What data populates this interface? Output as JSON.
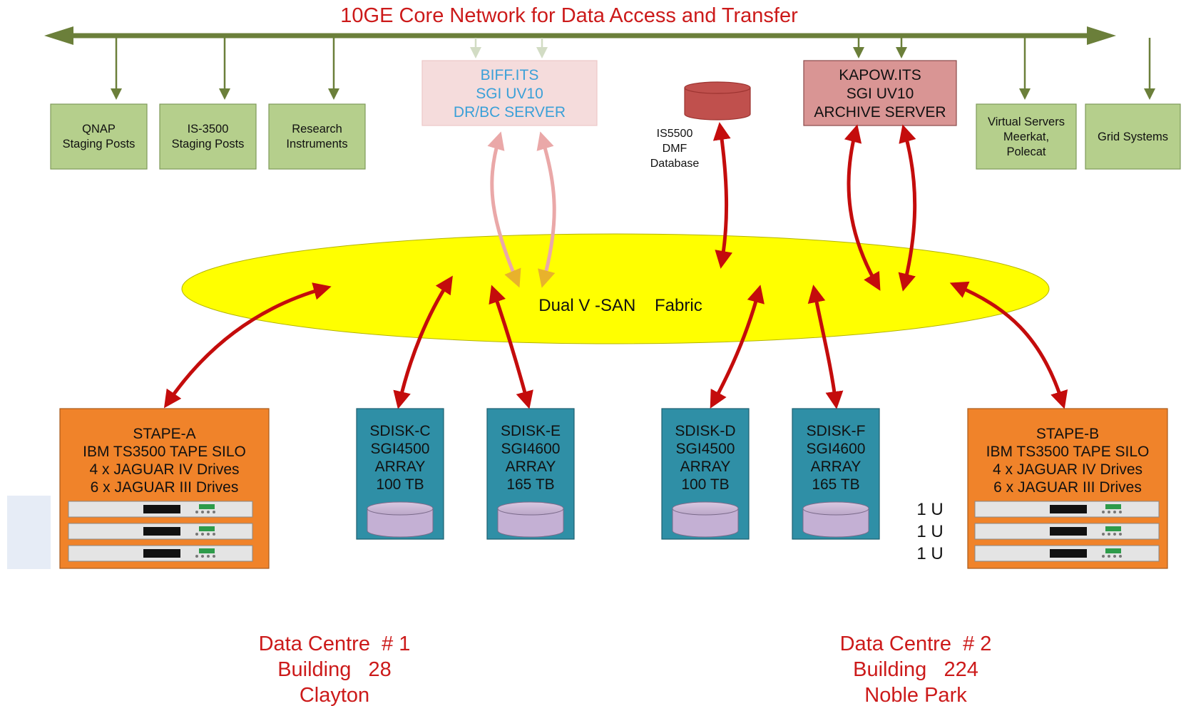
{
  "title": "10GE Core Network for Data Access and Transfer",
  "green_boxes": [
    {
      "lines": [
        "QNAP",
        "Staging Posts"
      ]
    },
    {
      "lines": [
        "IS-3500",
        "Staging Posts"
      ]
    },
    {
      "lines": [
        "Research",
        "Instruments"
      ]
    },
    {
      "lines": [
        "Virtual Servers",
        "Meerkat,",
        "Polecat"
      ]
    },
    {
      "lines": [
        "Grid Systems"
      ]
    }
  ],
  "biff": {
    "lines": [
      "BIFF.ITS",
      "SGI UV10",
      "DR/BC SERVER"
    ]
  },
  "kapow": {
    "lines": [
      "KAPOW.ITS",
      "SGI UV10",
      "ARCHIVE SERVER"
    ]
  },
  "database": {
    "lines": [
      "IS5500",
      "DMF",
      "Database"
    ]
  },
  "fabric": {
    "label": "Dual V -SAN    Fabric"
  },
  "stapes": [
    {
      "lines": [
        "STAPE-A",
        "IBM TS3500 TAPE SILO",
        "4 x JAGUAR IV Drives",
        "6 x JAGUAR III Drives"
      ]
    },
    {
      "lines": [
        "STAPE-B",
        "IBM TS3500 TAPE SILO",
        "4 x JAGUAR IV Drives",
        "6 x JAGUAR III Drives"
      ]
    }
  ],
  "disks": [
    {
      "lines": [
        "SDISK-C",
        "SGI4500",
        "ARRAY",
        "100 TB"
      ]
    },
    {
      "lines": [
        "SDISK-E",
        "SGI4600",
        "ARRAY",
        "165 TB"
      ]
    },
    {
      "lines": [
        "SDISK-D",
        "SGI4500",
        "ARRAY",
        "100 TB"
      ]
    },
    {
      "lines": [
        "SDISK-F",
        "SGI4600",
        "ARRAY",
        "165 TB"
      ]
    }
  ],
  "units": [
    "1 U",
    "1 U",
    "1 U"
  ],
  "data_centres": [
    {
      "lines": [
        "Data Centre  # 1",
        "Building   28",
        "Clayton"
      ]
    },
    {
      "lines": [
        "Data Centre  # 2",
        "Building   224",
        "Noble Park"
      ]
    }
  ],
  "colors": {
    "bus": "#6b7f3a",
    "green_box": "#b5cf8c",
    "stape": "#f0832a",
    "disk": "#2f8fa6",
    "red_arrow": "#c40c0c",
    "fabric": "#ffff00",
    "kapow": "#d99594",
    "biff": "#f5dcdc"
  }
}
